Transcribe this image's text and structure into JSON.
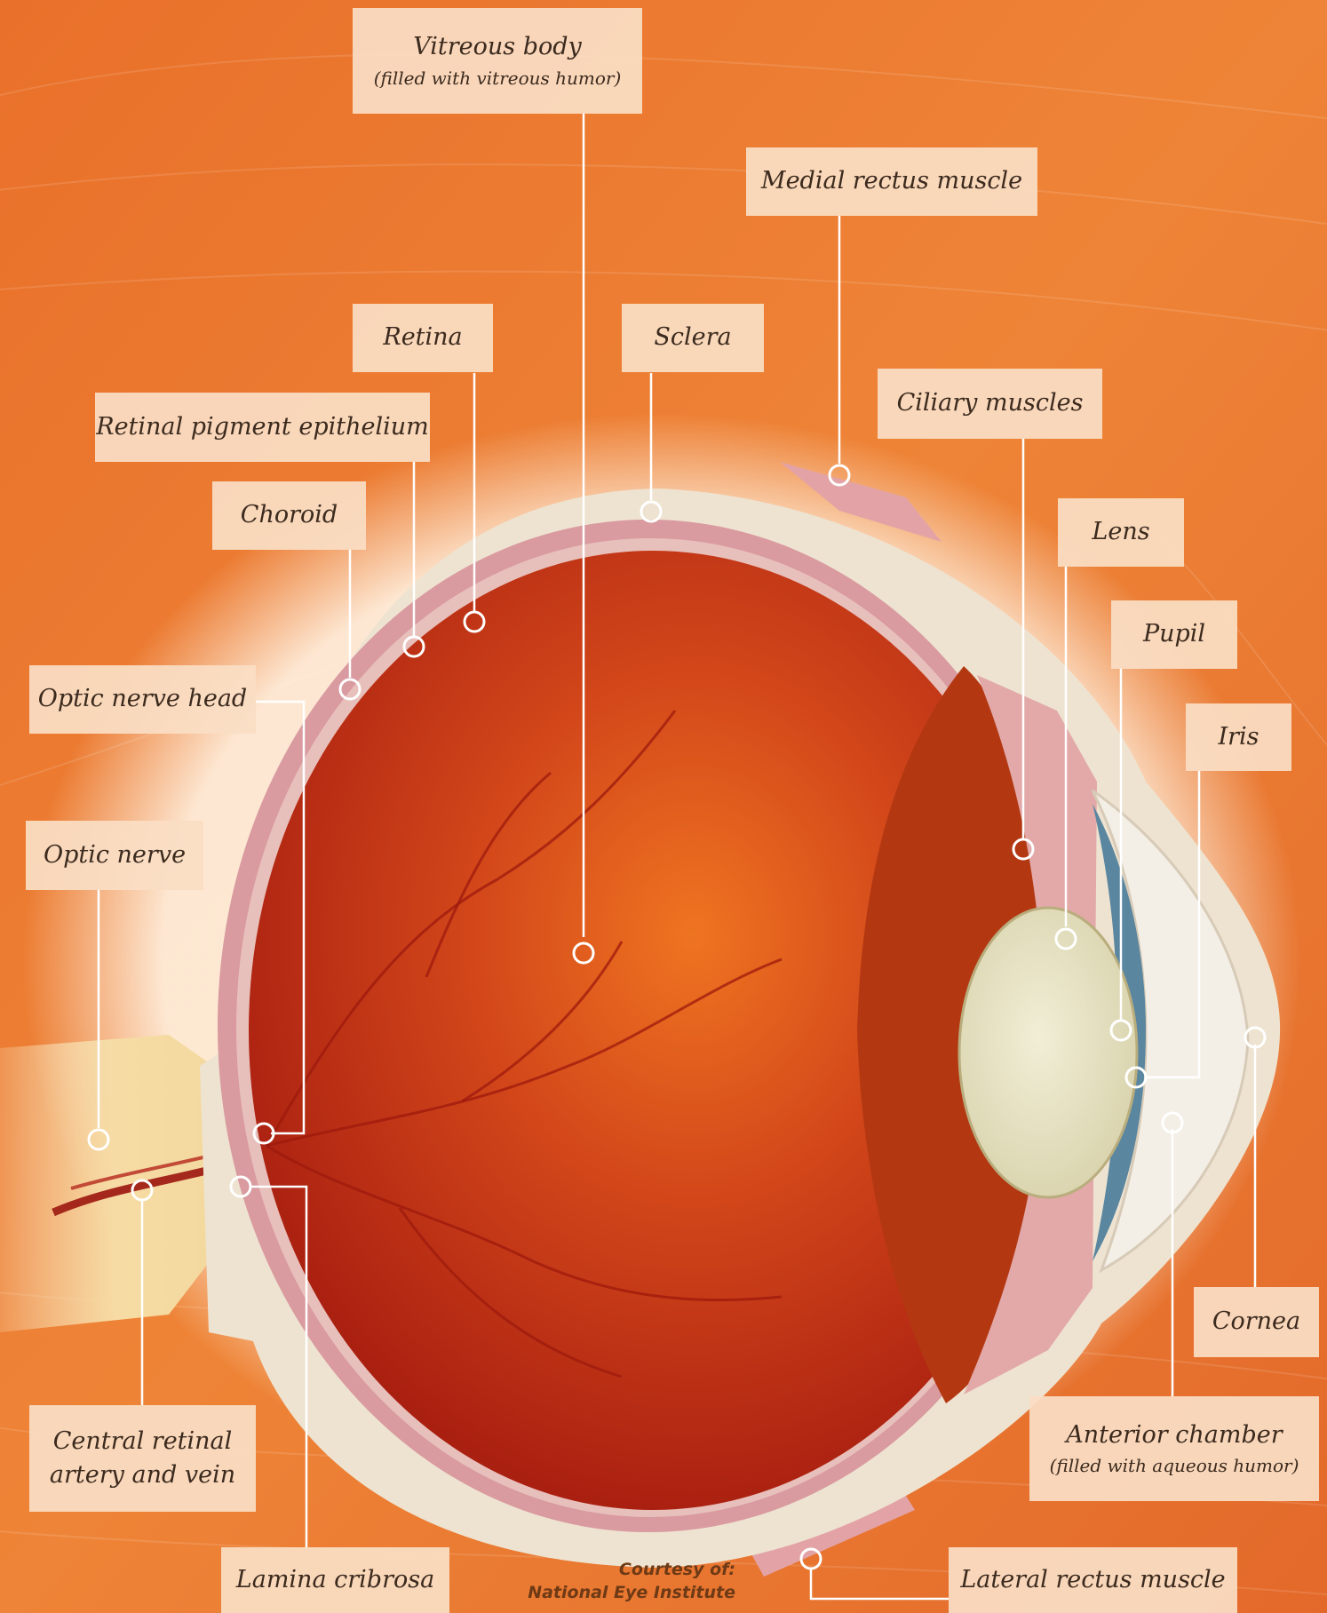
{
  "labels": {
    "vitreous_body": {
      "title": "Vitreous body",
      "note": "(filled with vitreous humor)"
    },
    "medial_rectus": "Medial rectus muscle",
    "retina": "Retina",
    "sclera": "Sclera",
    "ciliary_muscles": "Ciliary muscles",
    "rpe": "Retinal pigment epithelium",
    "choroid": "Choroid",
    "lens": "Lens",
    "pupil": "Pupil",
    "iris": "Iris",
    "optic_nerve_head": "Optic nerve head",
    "optic_nerve": "Optic nerve",
    "cornea": "Cornea",
    "anterior_chamber": {
      "title": "Anterior chamber",
      "note": "(filled with aqueous humor)"
    },
    "central_retinal": {
      "line1": "Central retinal",
      "line2": "artery and vein"
    },
    "lamina_cribrosa": "Lamina cribrosa",
    "lateral_rectus": "Lateral rectus muscle"
  },
  "credit": {
    "line1": "Courtesy of:",
    "line2": "National Eye Institute"
  },
  "colors": {
    "background": "#e8762c",
    "label_fill": "#fadec4",
    "label_text": "#3b2a1e",
    "leader_line": "#ffffff",
    "sclera": "#eee3d0",
    "choroid": "#d99aa0",
    "vitreous": "#c8370f",
    "lens": "#e9e4c4",
    "iris": "#5a86a0"
  }
}
